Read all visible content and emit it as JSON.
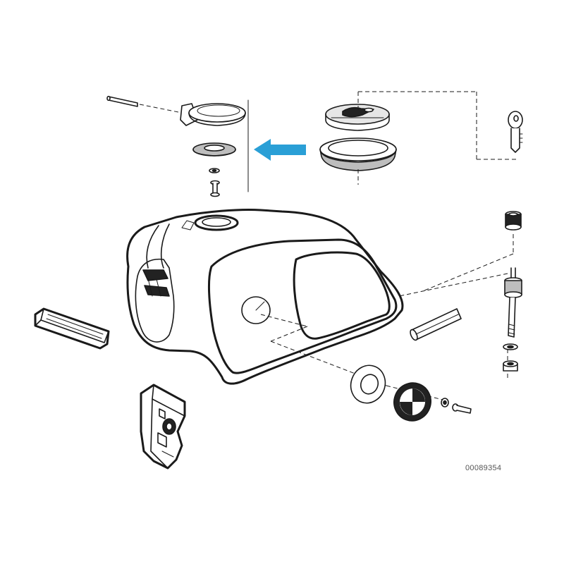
{
  "diagram": {
    "part_number": "00089354",
    "accent_color": "#2a9fd6",
    "parts": [
      {
        "id": "hinge-pin"
      },
      {
        "id": "filler-cap-lid"
      },
      {
        "id": "cap-gasket"
      },
      {
        "id": "cap-washer"
      },
      {
        "id": "cap-screw"
      },
      {
        "id": "locking-cap-top"
      },
      {
        "id": "locking-cap-ring"
      },
      {
        "id": "key"
      },
      {
        "id": "fuel-tank"
      },
      {
        "id": "rubber-pad"
      },
      {
        "id": "mounting-bracket"
      },
      {
        "id": "emblem-gasket"
      },
      {
        "id": "emblem"
      },
      {
        "id": "emblem-washer"
      },
      {
        "id": "emblem-screw"
      },
      {
        "id": "mounting-cap-nut"
      },
      {
        "id": "mounting-stud"
      },
      {
        "id": "stud-washer"
      },
      {
        "id": "stud-nut"
      },
      {
        "id": "fuel-hose"
      }
    ]
  }
}
